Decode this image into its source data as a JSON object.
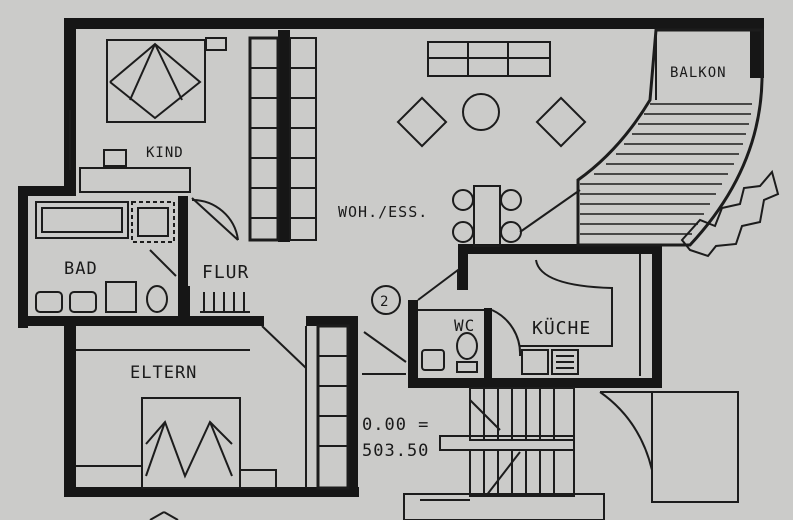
{
  "plan": {
    "rooms": {
      "kind": "KIND",
      "woh_ess": "WOH./ESS.",
      "balkon": "BALKON",
      "bad": "BAD",
      "flur": "FLUR",
      "wc": "WC",
      "kueche": "KÜCHE",
      "eltern": "ELTERN"
    },
    "stair_marker": "2",
    "level_line1": "0.00 =",
    "level_line2": "503.50"
  }
}
